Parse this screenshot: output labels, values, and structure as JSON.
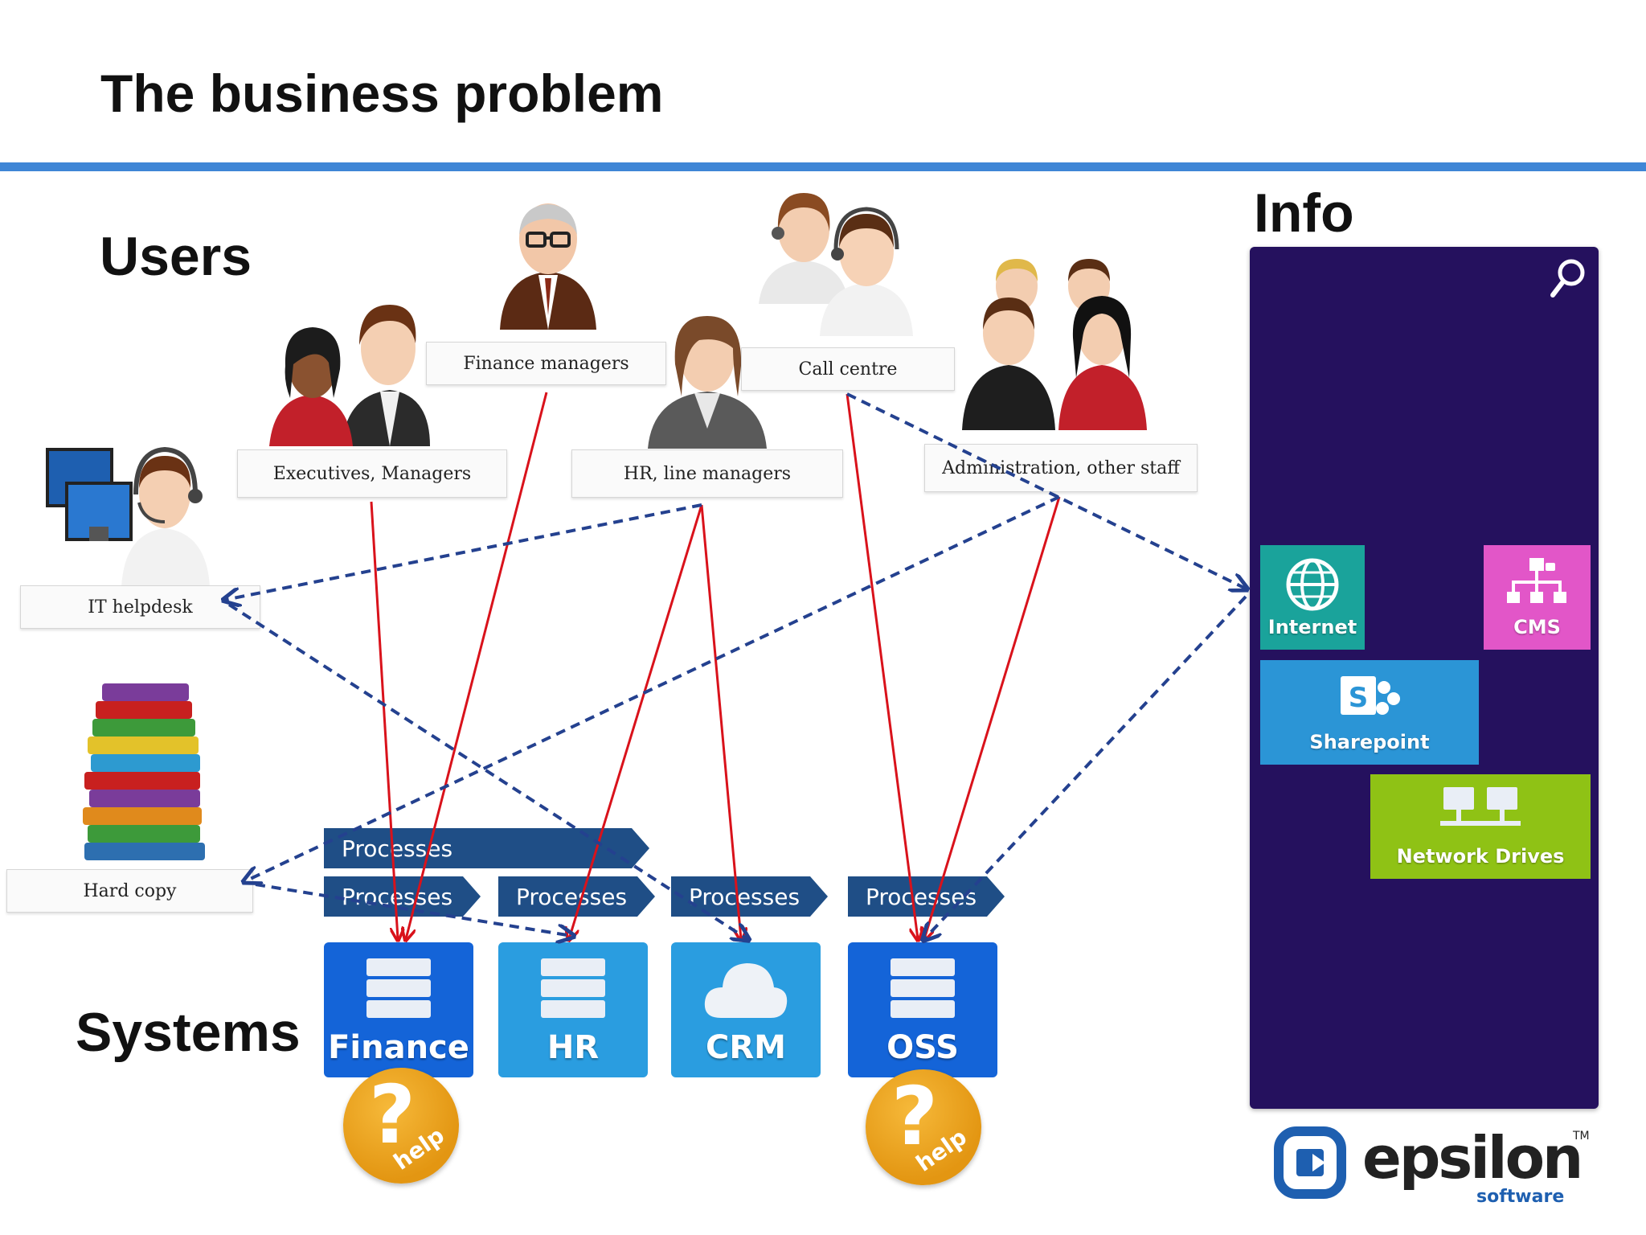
{
  "title": "The business problem",
  "sections": {
    "users": "Users",
    "systems": "Systems",
    "info": "Info"
  },
  "user_groups": {
    "finance_managers": "Finance managers",
    "call_centre": "Call centre",
    "executives_managers": "Executives, Managers",
    "hr_line_managers": "HR, line managers",
    "administration": "Administration, other staff",
    "it_helpdesk": "IT helpdesk",
    "hard_copy": "Hard copy"
  },
  "processes": {
    "wide": "Processes",
    "finance": "Processes",
    "hr": "Processes",
    "crm": "Processes",
    "oss": "Processes"
  },
  "systems": {
    "finance": "Finance",
    "hr": "HR",
    "crm": "CRM",
    "oss": "OSS"
  },
  "help_badge": {
    "symbol": "?",
    "text": "help"
  },
  "info_tiles": {
    "internet": "Internet",
    "cms": "CMS",
    "sharepoint": "Sharepoint",
    "sharepoint_letter": "S",
    "network_drives": "Network Drives"
  },
  "logo": {
    "name": "epsilon",
    "sub": "software",
    "tm": "TM"
  },
  "colors": {
    "accent_rule": "#3f86d6",
    "red_arrow": "#d9121b",
    "blue_dashed": "#24418f",
    "process_bar": "#1f4e86",
    "info_panel": "#25115e",
    "help_badge": "#e8a020"
  },
  "icons": [
    "search-icon",
    "globe-icon",
    "org-chart-lock-icon",
    "sharepoint-icon",
    "network-icon",
    "database-icon",
    "cloud-icon",
    "help-icon",
    "books-icon",
    "computer-icon"
  ]
}
